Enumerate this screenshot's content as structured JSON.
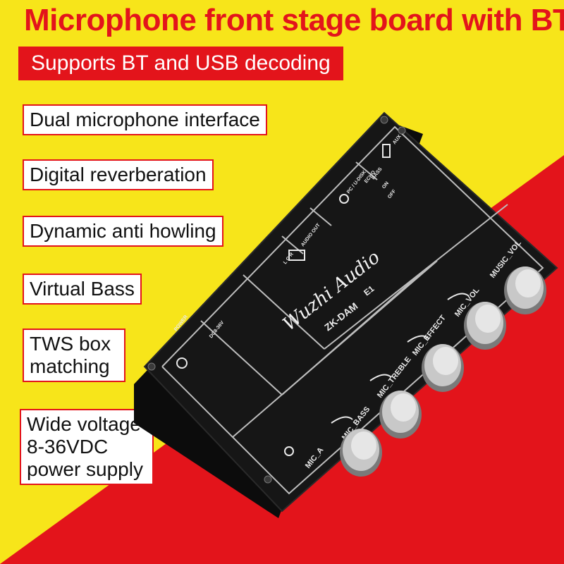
{
  "headline": "Microphone front stage board with BT",
  "subheadline": "Supports BT and USB decoding",
  "features": [
    {
      "lines": [
        "Dual microphone interface"
      ]
    },
    {
      "lines": [
        "Digital reverberation"
      ]
    },
    {
      "lines": [
        "Dynamic anti howling"
      ]
    },
    {
      "lines": [
        "Virtual Bass"
      ]
    },
    {
      "lines": [
        "TWS box",
        "matching"
      ]
    },
    {
      "lines": [
        "Wide voltage",
        "8-36VDC",
        "power supply"
      ]
    }
  ],
  "product": {
    "brand": "Wuzhi Audio",
    "model": "ZK-DAM",
    "model_badge": "E1",
    "knob_labels": [
      "MIC_BASS",
      "MIC_TREBLE",
      "MIC_EFFECT",
      "MIC_VOL",
      "MUSIC_VOL"
    ],
    "input_label": "MIC_A",
    "panel_labels": [
      "POWER",
      "DC8-36V",
      "AUDIO OUT",
      "L G R",
      "PC / U-DISK",
      "ECHO",
      "BASS",
      "ON",
      "OFF",
      "AUX IN"
    ]
  },
  "colors": {
    "background_yellow": "#f7e51a",
    "background_red": "#e3141b",
    "board": "#141414"
  }
}
